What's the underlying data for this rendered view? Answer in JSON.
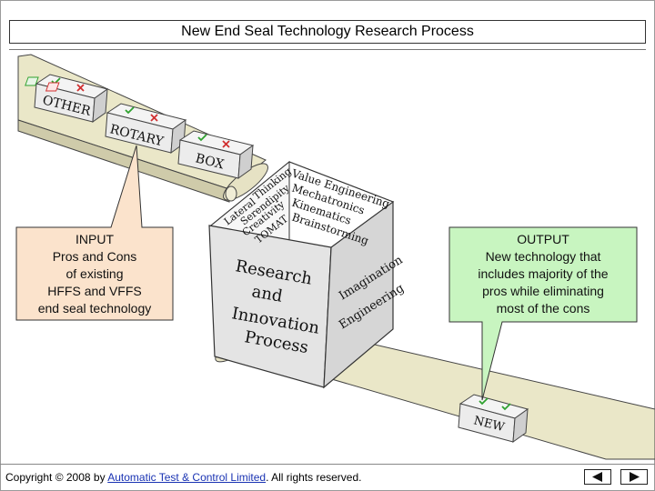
{
  "title": "New End Seal Technology Research Process",
  "input": {
    "heading": "INPUT",
    "lines": [
      "Pros and Cons",
      "of existing",
      "HFFS and VFFS",
      "end seal technology"
    ]
  },
  "output": {
    "heading": "OUTPUT",
    "lines": [
      "New technology that",
      "includes majority of the",
      "pros while eliminating",
      "most of the cons"
    ]
  },
  "input_boxes": [
    "OTHER",
    "ROTARY",
    "BOX"
  ],
  "output_box": "NEW",
  "box_front": [
    "Research",
    "and",
    "Innovation",
    "Process"
  ],
  "box_side": [
    "Imagination",
    "Engineering"
  ],
  "box_inner_left": [
    "Thinking",
    "Lateral",
    "Serendipity",
    "Creativity",
    "TOMAT"
  ],
  "box_inner_right": [
    "Value Engineering",
    "Mechatronics",
    "Kinematics",
    "Brainstorming"
  ],
  "footer": {
    "prefix": "Copyright © 2008 by ",
    "link": "Automatic Test & Control Limited",
    "suffix": ". All rights reserved."
  },
  "colors": {
    "input_callout": "#fbe3cc",
    "output_callout": "#c8f5c0",
    "belt": "#eae7c8",
    "box": "#e4e4e4",
    "check": "#2fa12f",
    "cross": "#d13030"
  }
}
